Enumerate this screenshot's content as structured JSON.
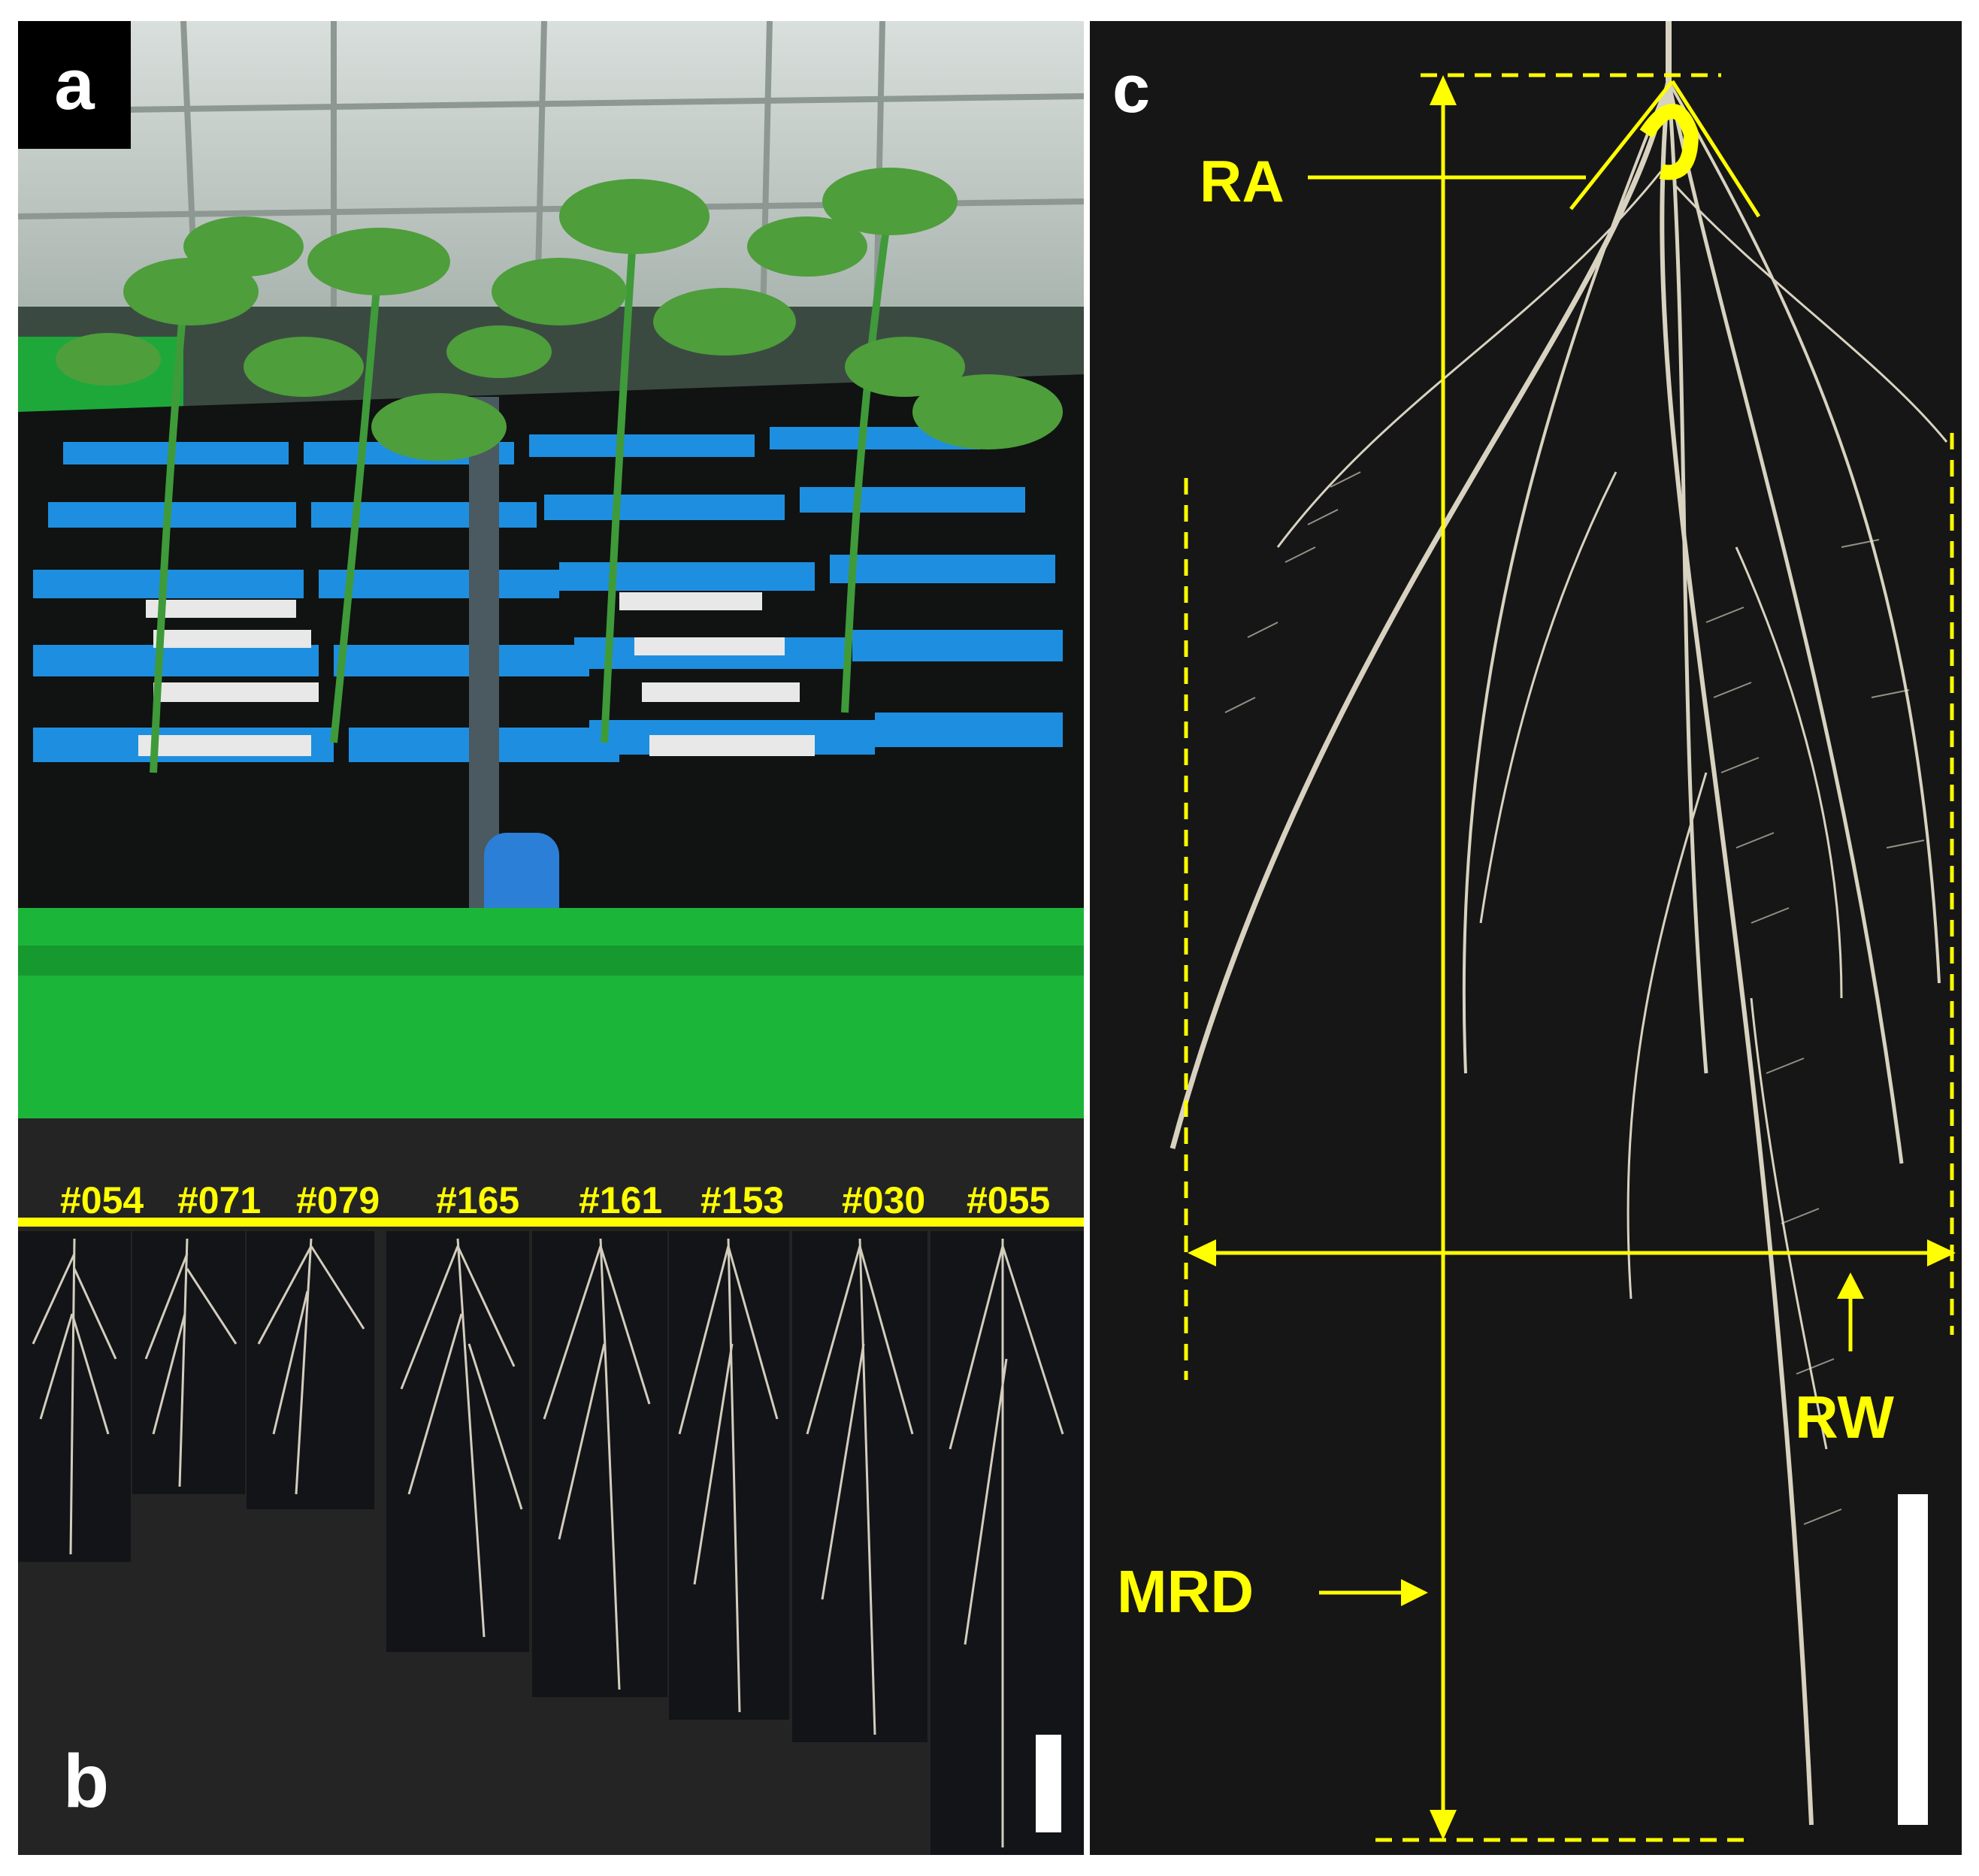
{
  "panels": {
    "a": {
      "label": "a"
    },
    "b": {
      "label": "b",
      "accessions": [
        "#054",
        "#071",
        "#079",
        "#165",
        "#161",
        "#153",
        "#030",
        "#055"
      ]
    },
    "c": {
      "label": "c",
      "annotations": {
        "ra": "RA",
        "mrd": "MRD",
        "rw": "RW"
      }
    }
  },
  "colors": {
    "annotation": "#ffff00",
    "panel_label_box": "#000000",
    "greenhouse_tray": "#1bb53a",
    "tray_tab": "#1e8fe0",
    "root_bg": "#161616",
    "root_color": "#e9e2cf"
  }
}
